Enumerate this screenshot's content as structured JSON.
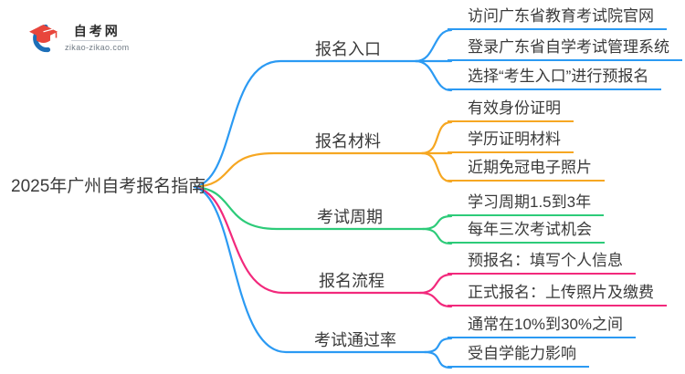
{
  "logo": {
    "site_name": "自考网",
    "site_url": "zikao-zikao.com"
  },
  "colors": {
    "blue": "#2B9AF3",
    "orange": "#F6A722",
    "green": "#2DCB79",
    "pink": "#F2297C",
    "text": "#3A3A3A",
    "logo_blue": "#1C6FB8",
    "logo_red": "#E8463C"
  },
  "mindmap": {
    "root": "2025年广州自考报名指南",
    "branches": [
      {
        "label": "报名入口",
        "color_key": "blue",
        "children": [
          "访问广东省教育考试院官网",
          "登录广东省自学考试管理系统",
          "选择“考生入口”进行预报名"
        ]
      },
      {
        "label": "报名材料",
        "color_key": "orange",
        "children": [
          "有效身份证明",
          "学历证明材料",
          "近期免冠电子照片"
        ]
      },
      {
        "label": "考试周期",
        "color_key": "green",
        "children": [
          "学习周期1.5到3年",
          "每年三次考试机会"
        ]
      },
      {
        "label": "报名流程",
        "color_key": "pink",
        "children": [
          "预报名：填写个人信息",
          "正式报名：上传照片及缴费"
        ]
      },
      {
        "label": "考试通过率",
        "color_key": "blue",
        "children": [
          "通常在10%到30%之间",
          "受自学能力影响"
        ]
      }
    ]
  }
}
